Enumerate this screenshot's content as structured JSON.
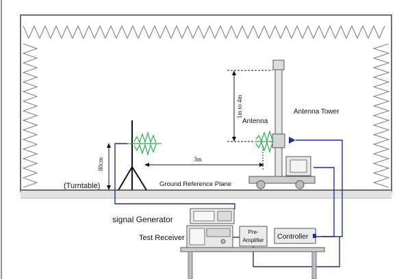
{
  "labels": {
    "turntable": "(Turntable)",
    "ground_plane": "Ground Reference Plane",
    "antenna": "Antenna",
    "antenna_tower": "Antenna Tower",
    "height_range": "1m to 4m",
    "eut_height": "80cm",
    "distance": "3m",
    "signal_generator": "signal Generator",
    "test_receiver": "Test Receiver",
    "preamp_line1": "Pre-",
    "preamp_line2": "Amplifier",
    "controller": "Controller"
  },
  "colors": {
    "antenna_green": "#22b14c",
    "cable_blue": "#1f2fa0",
    "chamber_grey": "#8a8a8a",
    "floor_grey": "#d9d9d9",
    "equipment_fill": "#e8e8e8"
  }
}
